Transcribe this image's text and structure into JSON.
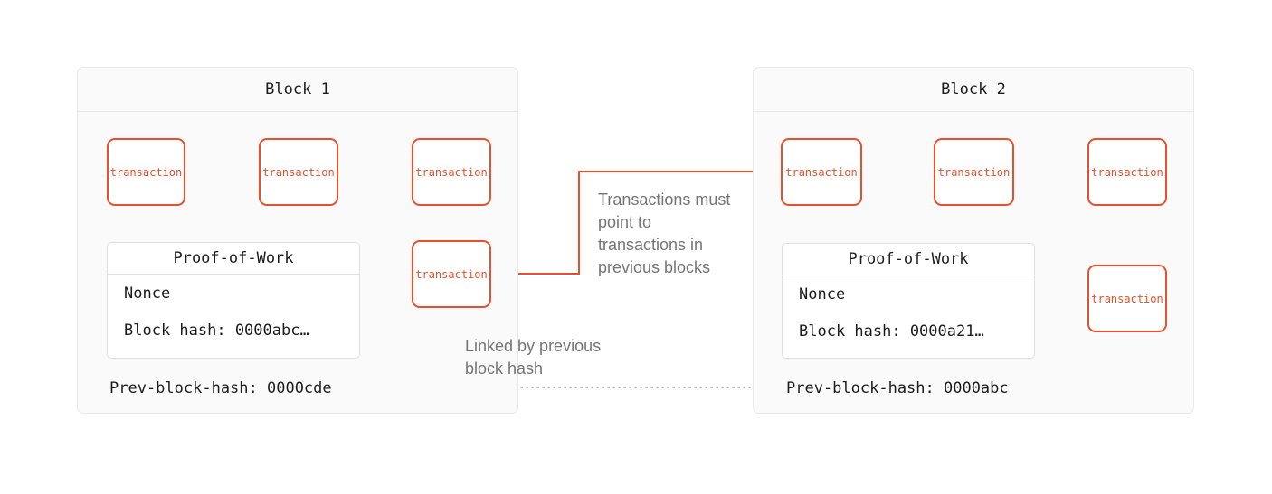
{
  "colors": {
    "accent": "#E5512C",
    "block_bg": "#FAFAFA",
    "block_border": "#E9E9E9",
    "pow_border": "#E0E0E0",
    "text_dark": "#1C1C1C",
    "note_gray": "#757575",
    "dotted_gray": "#A0A0A0"
  },
  "block1": {
    "title": "Block 1",
    "transactions": [
      "transaction",
      "transaction",
      "transaction",
      "transaction"
    ],
    "pow": {
      "title": "Proof-of-Work",
      "nonce_label": "Nonce",
      "block_hash": "Block hash: 0000abc…"
    },
    "prev_hash": "Prev-block-hash: 0000cde"
  },
  "block2": {
    "title": "Block 2",
    "transactions": [
      "transaction",
      "transaction",
      "transaction",
      "transaction"
    ],
    "pow": {
      "title": "Proof-of-Work",
      "nonce_label": "Nonce",
      "block_hash": "Block hash: 0000a21…"
    },
    "prev_hash": "Prev-block-hash: 0000abc"
  },
  "annotations": {
    "transactions_note": "Transactions must\npoint to\ntransactions in\nprevious blocks",
    "link_note": "Linked by previous\nblock hash"
  }
}
